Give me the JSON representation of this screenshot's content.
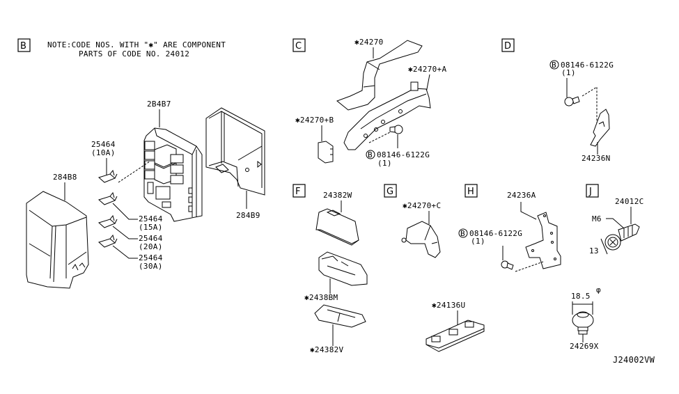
{
  "diagram": {
    "title_code": "J24002VW",
    "note": {
      "line1": "NOTE:CODE NOS. WITH \"✱\" ARE COMPONENT",
      "line2": "PARTS OF CODE NO. 24012"
    },
    "sections": {
      "B": {
        "letter": "B",
        "parts": {
          "junction_block": "2B4B7",
          "cover": "284B8",
          "bracket": "284B9",
          "fuse_10a": {
            "code": "25464",
            "rating": "(10A)"
          },
          "fuse_15a": {
            "code": "25464",
            "rating": "(15A)"
          },
          "fuse_20a": {
            "code": "25464",
            "rating": "(20A)"
          },
          "fuse_30a": {
            "code": "25464",
            "rating": "(30A)"
          }
        }
      },
      "C": {
        "letter": "C",
        "parts": {
          "harness_main": "✱24270",
          "harness_a": "✱24270+A",
          "harness_b": "✱24270+B",
          "bolt": {
            "code": "08146-6122G",
            "qty": "(1)",
            "marker": "B"
          }
        }
      },
      "D": {
        "letter": "D",
        "parts": {
          "bolt": {
            "code": "08146-6122G",
            "qty": "(1)",
            "marker": "B"
          },
          "bracket": "24236N"
        }
      },
      "F": {
        "letter": "F",
        "parts": {
          "cover": "24382W",
          "box": "✱2438BM",
          "base": "✱24382V"
        }
      },
      "G": {
        "letter": "G",
        "parts": {
          "harness_c": "✱24270+C",
          "holder": "✱24136U"
        }
      },
      "H": {
        "letter": "H",
        "parts": {
          "bracket": "24236A",
          "bolt": {
            "code": "08146-6122G",
            "qty": "(1)",
            "marker": "B"
          }
        }
      },
      "J": {
        "letter": "J",
        "parts": {
          "screw": "24012C",
          "thread": "M6",
          "head_size": "13",
          "clip": "24269X",
          "clip_diameter": "18.5",
          "diameter_symbol": "φ"
        }
      }
    }
  }
}
